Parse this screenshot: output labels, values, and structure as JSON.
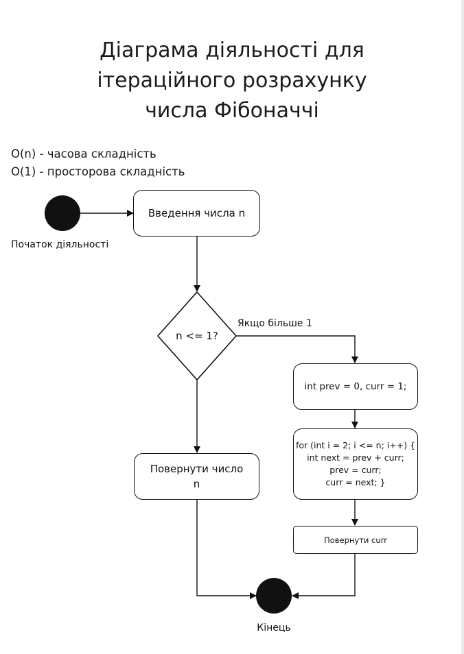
{
  "title": {
    "line1": "Діаграма діяльності для",
    "line2": "ітераційного розрахунку",
    "line3": "числа Фібоначчі"
  },
  "complexity": {
    "time": "O(n) - часова складність",
    "space": "O(1) - просторова складність"
  },
  "nodes": {
    "start_label": "Початок діяльності",
    "input": "Введення числа n",
    "decision": "n <= 1?",
    "branch_label": "Якщо більше 1",
    "init": "int prev = 0, curr = 1;",
    "loop": {
      "line1": "for (int i = 2; i <= n; i++) {",
      "line2": "int next = prev + curr;",
      "line3": "prev = curr;",
      "line4": "curr = next; }"
    },
    "return_n_line1": "Повернути число",
    "return_n_line2": "n",
    "return_curr": "Повернути curr",
    "end_label": "Кінець"
  }
}
